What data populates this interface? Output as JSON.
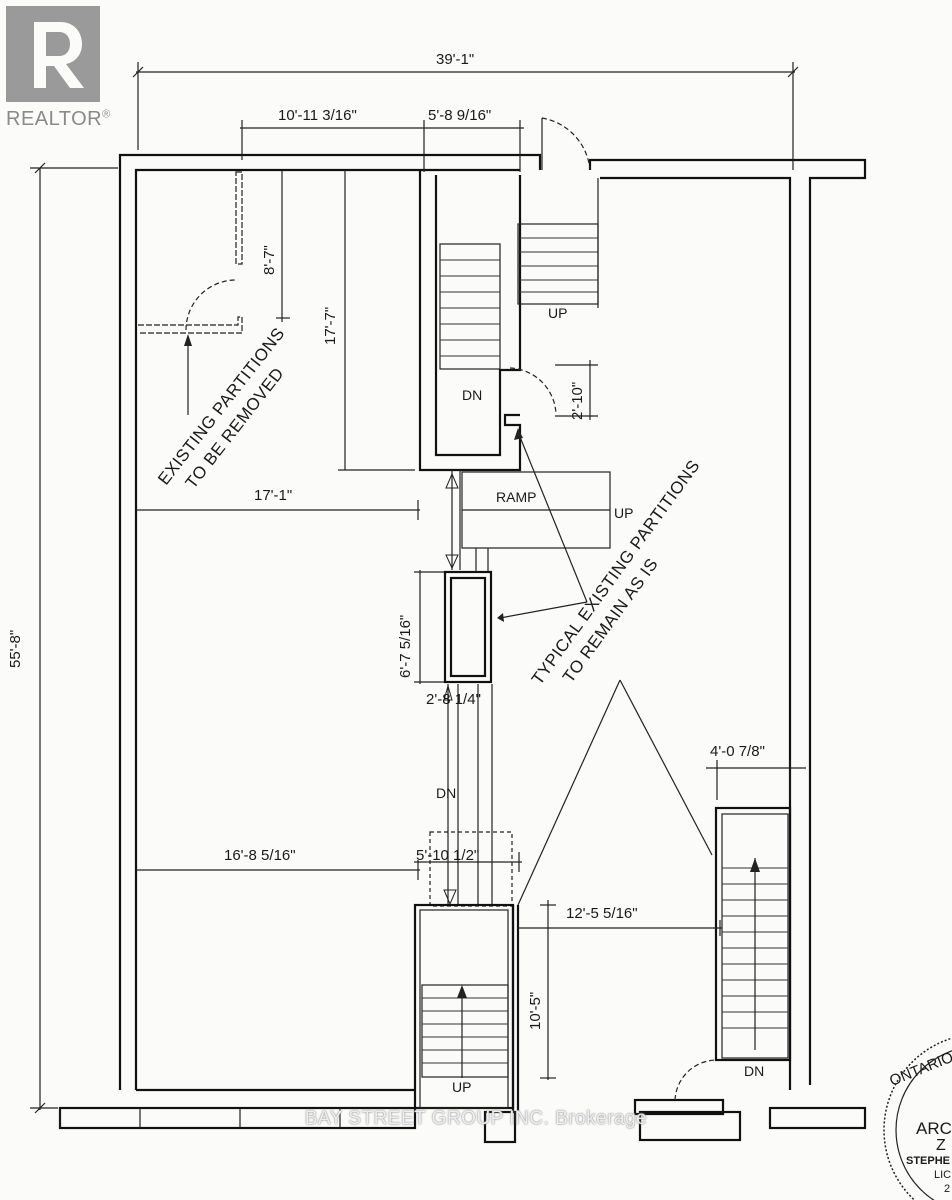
{
  "brand": {
    "realtor_wordmark": "REALTOR",
    "registered_mark": "®"
  },
  "watermark": "BAY STREET GROUP INC. Brokerage",
  "dimensions": {
    "overall_width": "39'-1\"",
    "overall_depth": "55'-8\"",
    "room_width": "10'-11 3/16\"",
    "stair_width": "5'-8 9/16\"",
    "partition_height": "8'-7\"",
    "room_depth": "17'-7\"",
    "door_width": "2'-10\"",
    "front_width": "17'-1\"",
    "column_height": "6'-7 5/16\"",
    "column_width": "2'-8 1/4\"",
    "right_stair_width": "4'-0 7/8\"",
    "lower_width": "16'-8 5/16\"",
    "lower_stair_width": "5'-10 1/2\"",
    "lower_offset": "12'-5 5/16\"",
    "lower_stair_depth": "10'-5\""
  },
  "labels": {
    "up": "UP",
    "dn": "DN",
    "ramp": "RAMP"
  },
  "notes": {
    "remove_line1": "EXISTING PARTITIONS",
    "remove_line2": "TO BE REMOVED",
    "remain_line1": "TYPICAL EXISTING PARTITIONS",
    "remain_line2": "TO REMAIN AS IS"
  },
  "stamp": {
    "arc_text": "ONTARIO A",
    "line1": "ARCH",
    "line2": "Z",
    "line3": "STEPHE",
    "line4": "LIC",
    "line5": "2"
  }
}
